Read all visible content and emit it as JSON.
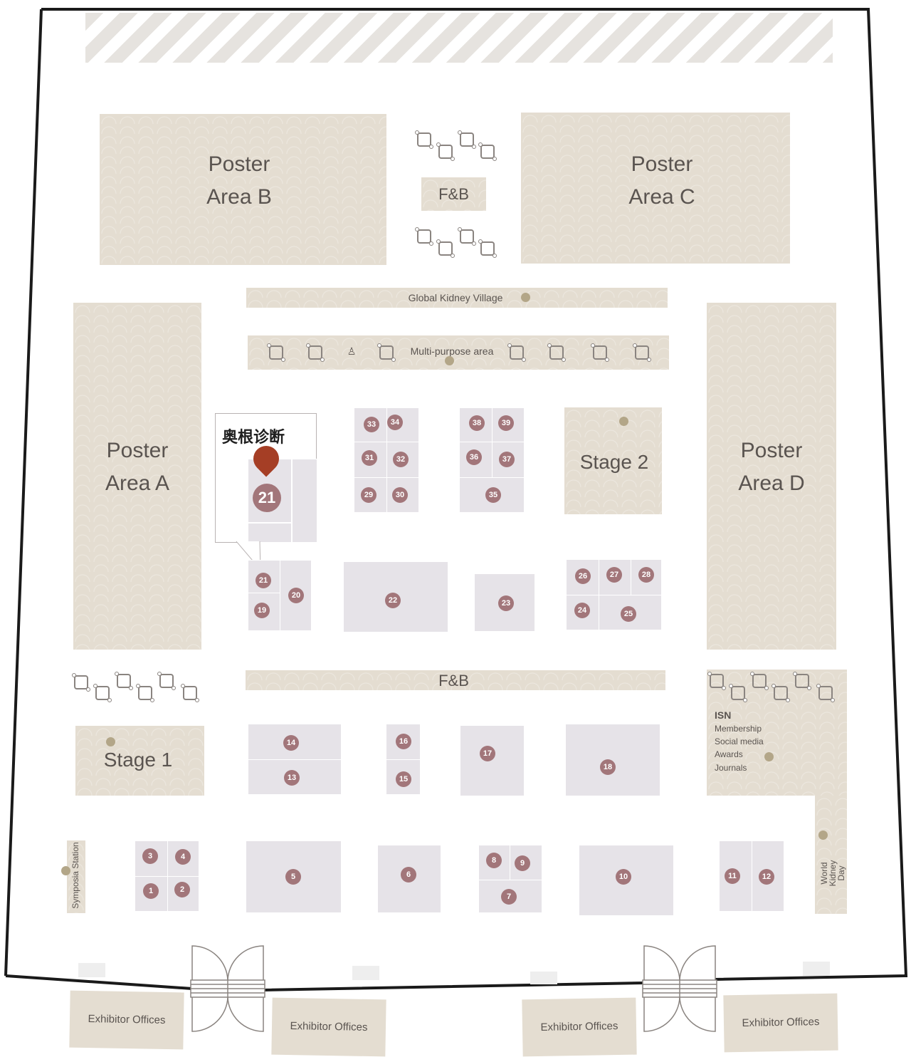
{
  "poster_areas": {
    "a": "Poster\nArea A",
    "b": "Poster\nArea B",
    "c": "Poster\nArea C",
    "d": "Poster\nArea D"
  },
  "fb_top": "F&B",
  "fb_middle": "F&B",
  "global_kidney_village": "Global Kidney Village",
  "multi_purpose_area": "Multi-purpose area",
  "stage_1": "Stage 1",
  "stage_2": "Stage 2",
  "isn": {
    "title": "ISN",
    "lines": [
      "Membership",
      "Social media",
      "Awards",
      "Journals"
    ]
  },
  "world_kidney_day": "World\nKidney\nDay",
  "symposia_station": "Symposia Station",
  "exhibitor_offices": [
    "Exhibitor Offices",
    "Exhibitor Offices",
    "Exhibitor Offices",
    "Exhibitor Offices"
  ],
  "highlight": {
    "company": "奥根诊断",
    "booth": "21"
  },
  "booth_numbers": [
    "1",
    "2",
    "3",
    "4",
    "5",
    "6",
    "7",
    "8",
    "9",
    "10",
    "11",
    "12",
    "13",
    "14",
    "15",
    "16",
    "17",
    "18",
    "19",
    "20",
    "21",
    "22",
    "23",
    "24",
    "25",
    "26",
    "27",
    "28",
    "29",
    "30",
    "31",
    "32",
    "33",
    "34",
    "35",
    "36",
    "37",
    "38",
    "39"
  ],
  "colors": {
    "zone": "#e4ddd1",
    "booth": "#e6e3e8",
    "booth_number": "#a2767a",
    "pin": "#a53e25",
    "dot": "#b3a688"
  }
}
